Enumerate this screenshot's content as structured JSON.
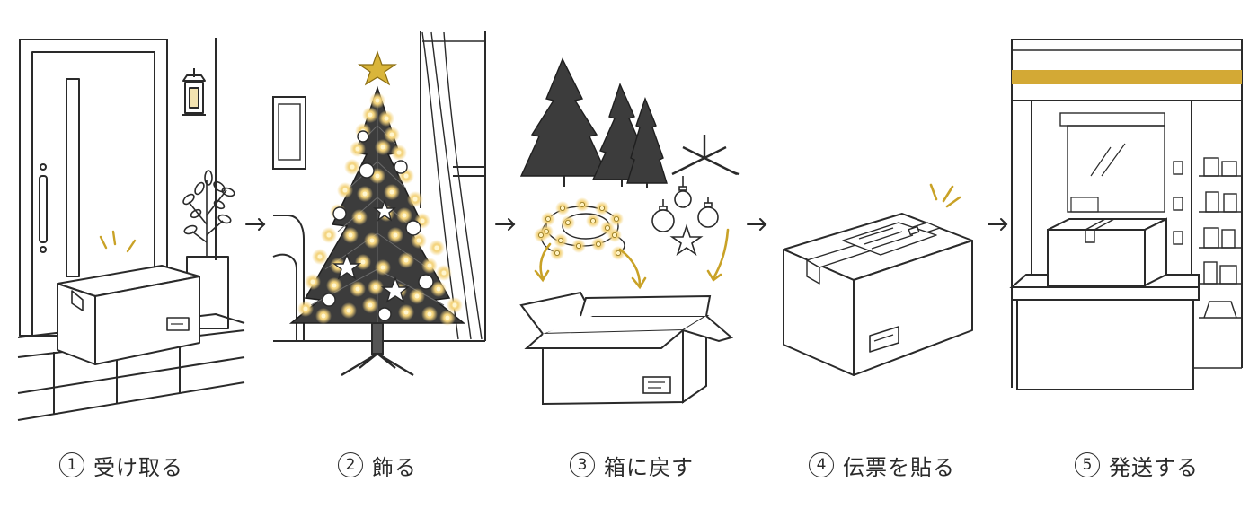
{
  "steps": [
    {
      "number": "1",
      "label": "受け取る"
    },
    {
      "number": "2",
      "label": "飾る"
    },
    {
      "number": "3",
      "label": "箱に戻す"
    },
    {
      "number": "4",
      "label": "伝票を貼る"
    },
    {
      "number": "5",
      "label": "発送する"
    }
  ],
  "colors": {
    "line": "#2a2a2a",
    "accent_gold": "#c9a227",
    "light_glow": "#f3d27a",
    "background": "#ffffff"
  },
  "icons": [
    "door-icon",
    "tree-icon",
    "ornaments-icon",
    "box-icon",
    "store-icon",
    "arrow-right-icon"
  ]
}
